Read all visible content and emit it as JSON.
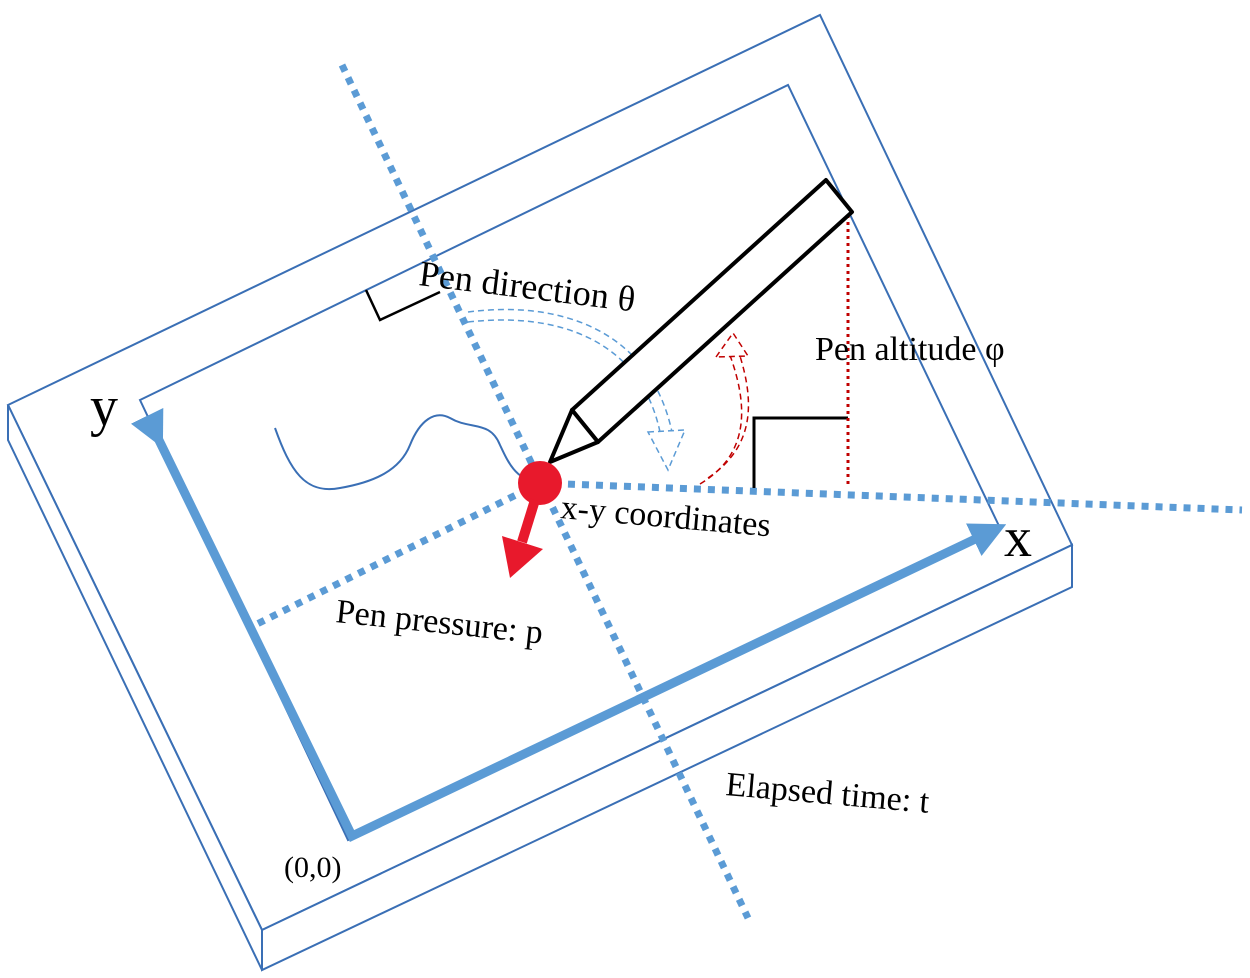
{
  "labels": {
    "y_axis": "y",
    "x_axis": "x",
    "origin": "(0,0)",
    "pen_direction": "Pen direction θ",
    "pen_altitude": "Pen altitude φ",
    "coordinates": "x-y coordinates",
    "pen_pressure": "Pen pressure: p",
    "elapsed_time": "Elapsed time: t"
  },
  "colors": {
    "tablet_edge": "#3a6fb5",
    "axis_blue": "#5b9bd5",
    "pen_point": "#e8192c",
    "altitude_line": "#c00000",
    "stroke": "#3a6fb5"
  },
  "icons": {
    "pen": "pen-icon",
    "pen_tip": "pen-tip-dot",
    "pressure": "pressure-arrow"
  }
}
